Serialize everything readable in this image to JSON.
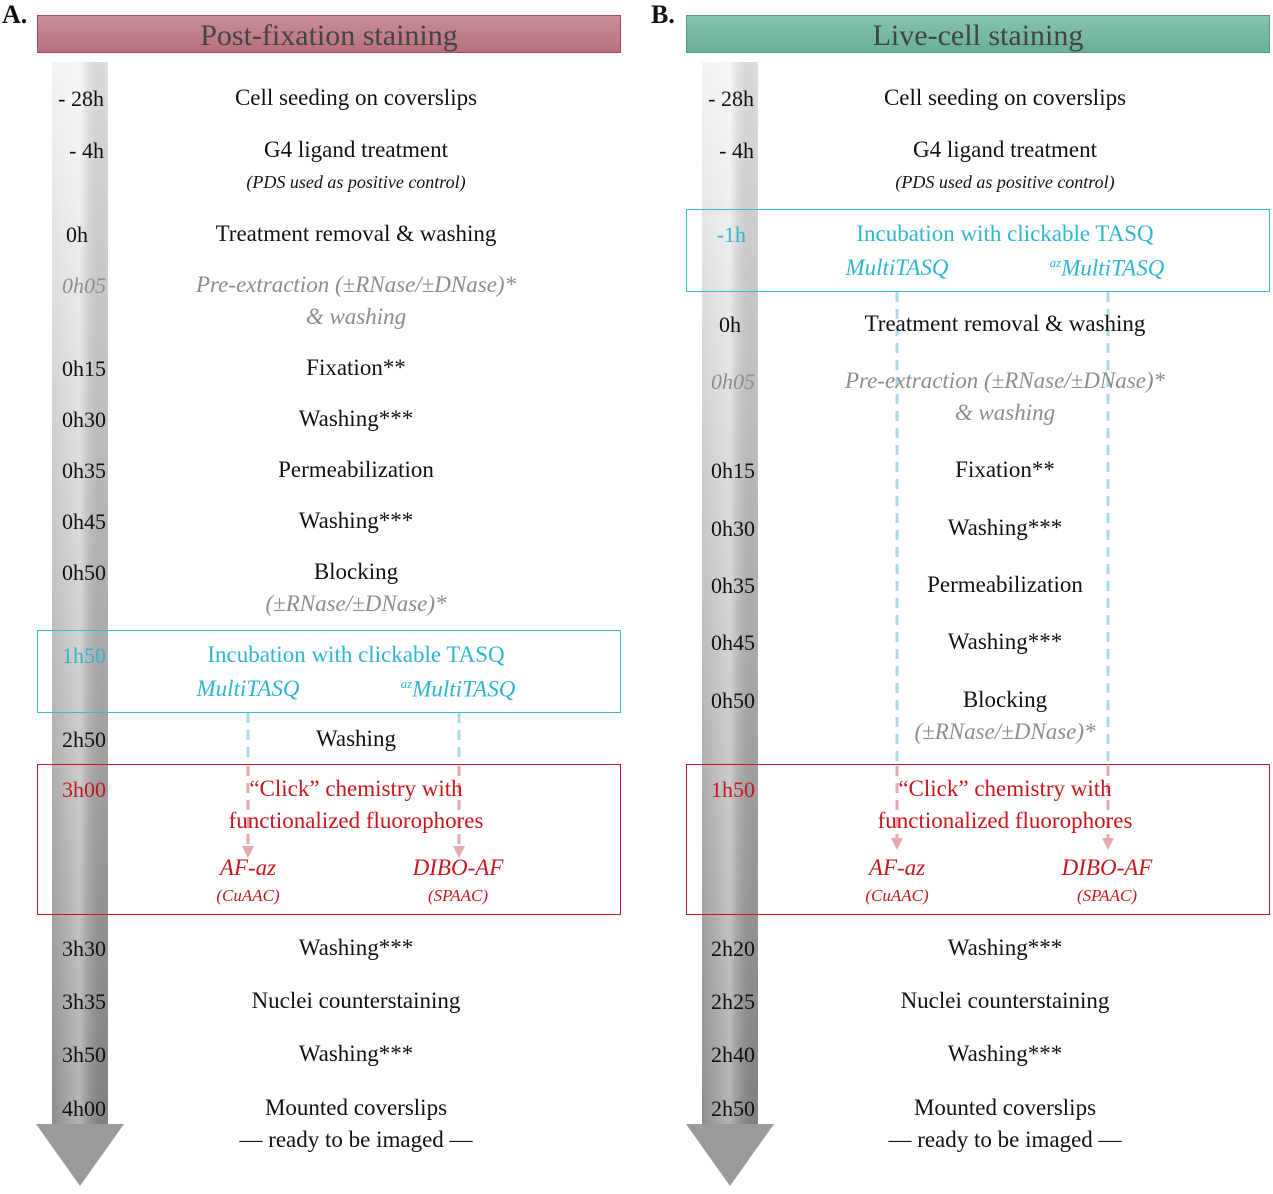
{
  "panels": [
    {
      "letter": "A.",
      "title": "Post-fixation staining",
      "steps": [
        {
          "time": "- 28h",
          "label": "Cell seeding on coverslips"
        },
        {
          "time": "- 4h",
          "label": "G4 ligand treatment",
          "note": "(PDS used as positive control)"
        },
        {
          "time": "0h",
          "label": "Treatment removal & washing"
        },
        {
          "time": "0h05",
          "label": "Pre-extraction (±RNase/±DNase)*",
          "label2": "& washing"
        },
        {
          "time": "0h15",
          "label": "Fixation**"
        },
        {
          "time": "0h30",
          "label": "Washing***"
        },
        {
          "time": "0h35",
          "label": "Permeabilization"
        },
        {
          "time": "0h45",
          "label": "Washing***"
        },
        {
          "time": "0h50",
          "label": "Blocking",
          "note": "(±RNase/±DNase)*"
        },
        {
          "time": "1h50",
          "label": "Incubation with clickable TASQ",
          "probe1": "MultiTASQ",
          "probe2_sup": "az",
          "probe2": "MultiTASQ"
        },
        {
          "time": "2h50",
          "label": "Washing"
        },
        {
          "time": "3h00",
          "label": "“Click” chemistry with",
          "label2": "functionalized fluorophores",
          "fl1": "AF-az",
          "fl1_note": "(CuAAC)",
          "fl2": "DIBO-AF",
          "fl2_note": "(SPAAC)"
        },
        {
          "time": "3h30",
          "label": "Washing***"
        },
        {
          "time": "3h35",
          "label": "Nuclei counterstaining"
        },
        {
          "time": "3h50",
          "label": "Washing***"
        },
        {
          "time": "4h00",
          "label": "Mounted coverslips",
          "label2": "— ready to be imaged —"
        }
      ]
    },
    {
      "letter": "B.",
      "title": "Live-cell staining",
      "steps": [
        {
          "time": "- 28h",
          "label": "Cell seeding on coverslips"
        },
        {
          "time": "- 4h",
          "label": "G4 ligand treatment",
          "note": "(PDS used as positive control)"
        },
        {
          "time": "-1h",
          "label": "Incubation with clickable TASQ",
          "probe1": "MultiTASQ",
          "probe2_sup": "az",
          "probe2": "MultiTASQ"
        },
        {
          "time": "0h",
          "label": "Treatment removal & washing"
        },
        {
          "time": "0h05",
          "label": "Pre-extraction (±RNase/±DNase)*",
          "label2": "& washing"
        },
        {
          "time": "0h15",
          "label": "Fixation**"
        },
        {
          "time": "0h30",
          "label": "Washing***"
        },
        {
          "time": "0h35",
          "label": "Permeabilization"
        },
        {
          "time": "0h45",
          "label": "Washing***"
        },
        {
          "time": "0h50",
          "label": "Blocking",
          "note": "(±RNase/±DNase)*"
        },
        {
          "time": "1h50",
          "label": "“Click” chemistry with",
          "label2": "functionalized fluorophores",
          "fl1": "AF-az",
          "fl1_note": "(CuAAC)",
          "fl2": "DIBO-AF",
          "fl2_note": "(SPAAC)"
        },
        {
          "time": "2h20",
          "label": "Washing***"
        },
        {
          "time": "2h25",
          "label": "Nuclei counterstaining"
        },
        {
          "time": "2h40",
          "label": "Washing***"
        },
        {
          "time": "2h50",
          "label": "Mounted coverslips",
          "label2": "— ready to be imaged —"
        }
      ]
    }
  ],
  "colors": {
    "post_fixation_header": "#b7707e",
    "live_cell_header": "#68b096",
    "tasq_box": "#3bb7cf",
    "click_box": "#c8161d",
    "grey_text": "#8d8d8d"
  }
}
